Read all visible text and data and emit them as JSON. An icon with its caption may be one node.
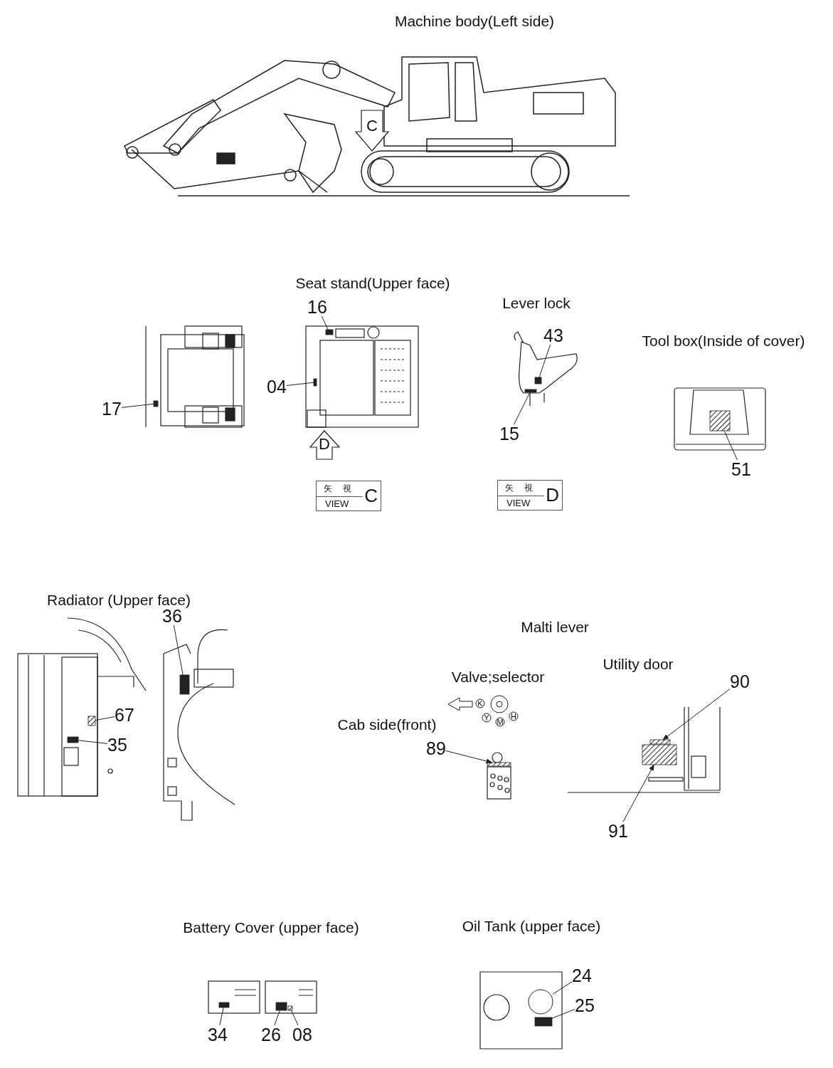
{
  "diagram": {
    "nodes": [
      {
        "text": [
          "16"
        ]
      },
      {
        "text": [
          "04"
        ]
      },
      {
        "text": [
          "17"
        ]
      },
      {
        "text": [
          "43"
        ]
      },
      {
        "text": [
          "15"
        ]
      },
      {
        "text": [
          "51"
        ]
      },
      {
        "text": [
          "矢 視",
          "VIEW",
          "C"
        ]
      },
      {
        "text": [
          "矢 視",
          "VIEW",
          "D"
        ]
      },
      {
        "text": [
          "36"
        ]
      },
      {
        "text": [
          "67"
        ]
      },
      {
        "text": [
          "35"
        ]
      },
      {
        "text": [
          "90"
        ]
      },
      {
        "text": [
          "89"
        ]
      },
      {
        "text": [
          "91"
        ]
      },
      {
        "text": [
          "24"
        ]
      },
      {
        "text": [
          "25"
        ]
      },
      {
        "text": [
          "34"
        ]
      },
      {
        "text": [
          "26"
        ]
      },
      {
        "text": [
          "08"
        ]
      },
      {
        "text": [],
        "shape": "box"
      },
      {
        "text": [],
        "shape": "box"
      },
      {
        "text": [],
        "shape": "box"
      },
      {
        "text": [],
        "shape": "box"
      },
      {
        "text": [],
        "shape": "box"
      },
      {
        "text": [],
        "shape": "box"
      },
      {
        "text": [],
        "shape": "box"
      },
      {
        "text": [],
        "shape": "box"
      },
      {
        "text": [],
        "shape": "box"
      },
      {
        "text": [],
        "shape": "box"
      },
      {
        "text": [],
        "shape": "box"
      },
      {
        "text": [],
        "shape": "box"
      },
      {
        "text": [],
        "shape": "circle"
      },
      {
        "text": [],
        "shape": "box"
      },
      {
        "text": [],
        "shape": "box"
      },
      {
        "text": [],
        "shape": "box"
      },
      {
        "text": [],
        "shape": "box"
      }
    ],
    "edges": [
      {
        "from": 0,
        "to": 19,
        "arrow": "none"
      },
      {
        "from": 1,
        "to": 20,
        "arrow": "none"
      },
      {
        "from": 2,
        "to": 21,
        "arrow": "none"
      },
      {
        "from": 3,
        "to": 22,
        "arrow": "none"
      },
      {
        "from": 4,
        "to": 23,
        "arrow": "none"
      },
      {
        "from": 5,
        "to": 24,
        "arrow": "none"
      },
      {
        "from": 8,
        "to": 25,
        "arrow": "none"
      },
      {
        "from": 9,
        "to": 26,
        "arrow": "none"
      },
      {
        "from": 10,
        "to": 27,
        "arrow": "none"
      },
      {
        "from": 11,
        "to": 28,
        "arrow": "to"
      },
      {
        "from": 12,
        "to": 29,
        "arrow": "to"
      },
      {
        "from": 13,
        "to": 30,
        "arrow": "to"
      },
      {
        "from": 14,
        "to": 31,
        "arrow": "none"
      },
      {
        "from": 15,
        "to": 32,
        "arrow": "none"
      },
      {
        "from": 16,
        "to": 33,
        "arrow": "none"
      },
      {
        "from": 17,
        "to": 34,
        "arrow": "none"
      },
      {
        "from": 18,
        "to": 35,
        "arrow": "none"
      }
    ],
    "labels": [
      "Machine body(Left side)",
      "C",
      "Seat stand(Upper face)",
      "Lever lock",
      "Tool box(Inside of cover)",
      "D",
      "Radiator (Upper face)",
      "Malti lever",
      "Utility door",
      "Valve;selector",
      "K",
      "H",
      "Y",
      "M",
      "Cab side(front)",
      "Battery Cover (upper face)",
      "Oil Tank (upper face)"
    ]
  }
}
